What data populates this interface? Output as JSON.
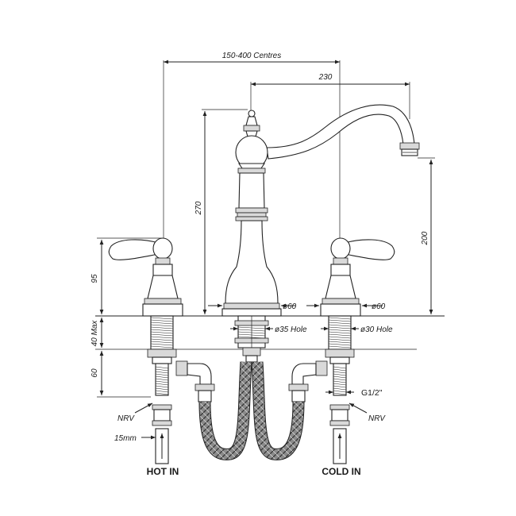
{
  "dimensions": {
    "centres": "150-400 Centres",
    "spout_reach": "230",
    "spout_height": "270",
    "outlet_height": "200",
    "handle_height": "95",
    "deck_max": "40 Max",
    "tail_length": "60",
    "base_dia_center": "ø60",
    "base_dia_right": "ø60",
    "hole_center": "ø35 Hole",
    "hole_side": "ø30 Hole",
    "thread": "G1/2\"",
    "pipe": "15mm"
  },
  "labels": {
    "nrv_left": "NRV",
    "nrv_right": "NRV",
    "hot_in": "HOT IN",
    "cold_in": "COLD IN"
  }
}
